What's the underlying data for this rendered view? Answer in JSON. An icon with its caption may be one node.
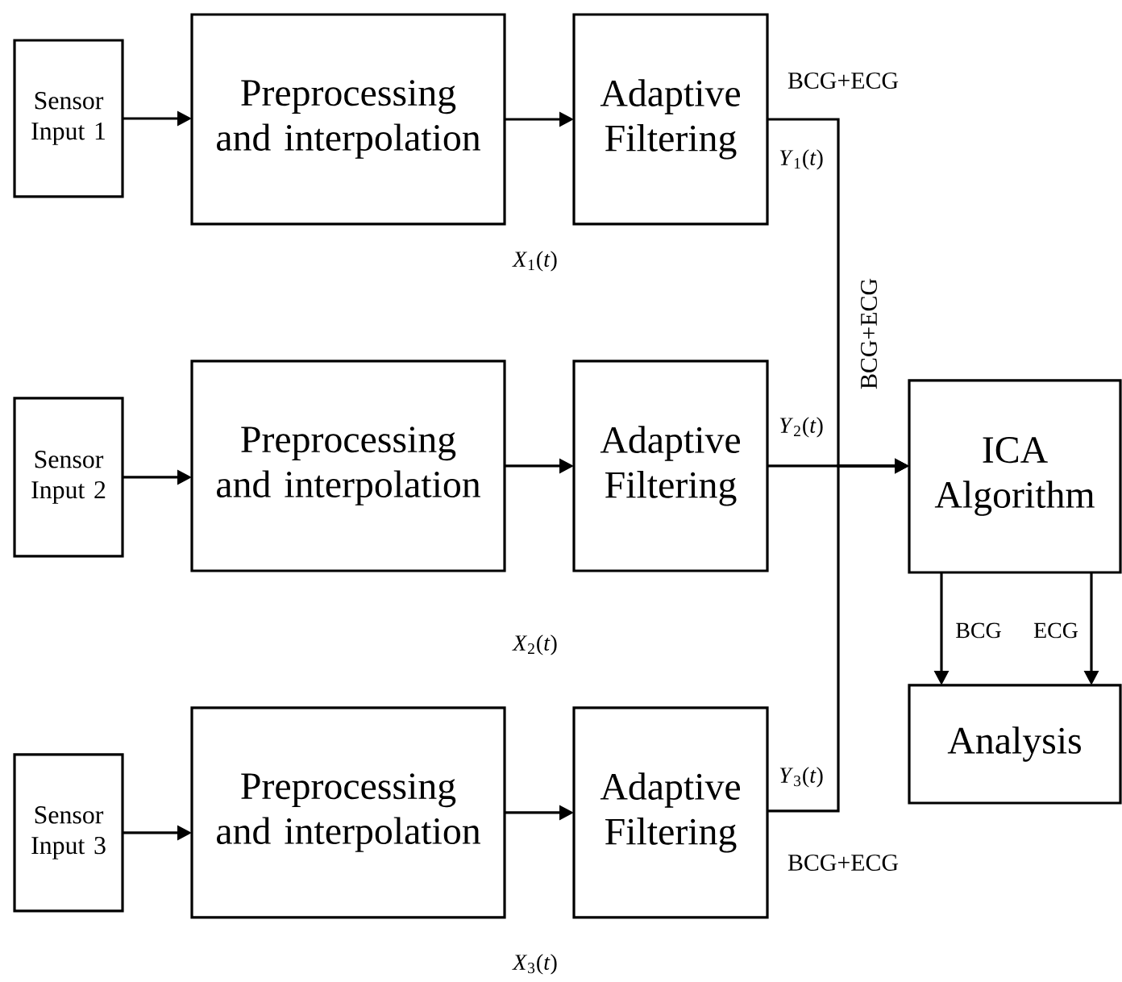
{
  "diagram": {
    "nodes": [
      {
        "text": [
          "Sensor Input 1"
        ]
      },
      {
        "text": [
          "Preprocessing and interpolation"
        ]
      },
      {
        "text": [
          "Adaptive Filtering"
        ]
      },
      {
        "text": [
          "Sensor Input 2"
        ]
      },
      {
        "text": [
          "Preprocessing and interpolation"
        ]
      },
      {
        "text": [
          "Adaptive Filtering"
        ]
      },
      {
        "text": [
          "Sensor Input 3"
        ]
      },
      {
        "text": [
          "Preprocessing and interpolation"
        ]
      },
      {
        "text": [
          "Adaptive Filtering"
        ]
      },
      {
        "text": [
          "ICA Algorithm"
        ]
      },
      {
        "text": [
          "Analysis"
        ]
      }
    ],
    "edges": [
      {
        "from": 0,
        "to": 1,
        "arrow": "to"
      },
      {
        "from": 1,
        "to": 2,
        "arrow": "to"
      },
      {
        "from": 3,
        "to": 4,
        "arrow": "to"
      },
      {
        "from": 4,
        "to": 5,
        "arrow": "to"
      },
      {
        "from": 6,
        "to": 7,
        "arrow": "to"
      },
      {
        "from": 7,
        "to": 8,
        "arrow": "to"
      },
      {
        "from": 2,
        "to": 9,
        "arrow": "to",
        "label": "*Y*$_{1}$(*t*)"
      },
      {
        "from": 5,
        "to": 9,
        "arrow": "to",
        "label": "*Y*$_{2}$(*t*)"
      },
      {
        "from": 8,
        "to": 9,
        "arrow": "to",
        "label": "*Y*$_{3}$(*t*)"
      },
      {
        "from": 9,
        "to": 10,
        "arrow": "to",
        "label": "BCG"
      },
      {
        "from": 9,
        "to": 10,
        "arrow": "to",
        "label": "ECG"
      }
    ],
    "labels": [
      "BCG+ECG",
      "*X*$_{1}$(*t*)",
      "BCG+ECG",
      "*X*$_{2}$(*t*)",
      "BCG+ECG",
      "*X*$_{3}$(*t*)"
    ]
  }
}
